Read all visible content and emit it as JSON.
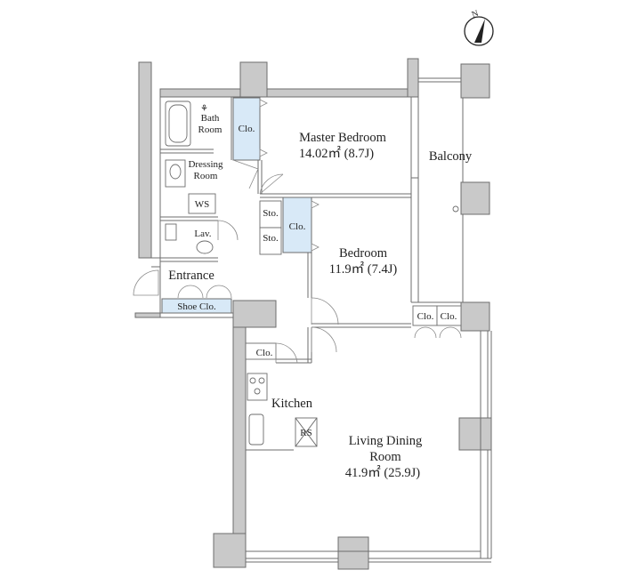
{
  "rooms": {
    "master_bedroom": {
      "name": "Master Bedroom",
      "area": "14.02㎡ (8.7J)"
    },
    "bedroom": {
      "name": "Bedroom",
      "area": "11.9㎡ (7.4J)"
    },
    "living": {
      "name_line1": "Living Dining",
      "name_line2": "Room",
      "area": "41.9㎡ (25.9J)"
    },
    "balcony": {
      "name": "Balcony"
    },
    "kitchen": {
      "name": "Kitchen"
    },
    "entrance": {
      "name": "Entrance"
    },
    "bath": {
      "line1": "Bath",
      "line2": "Room"
    },
    "dressing": {
      "line1": "Dressing",
      "line2": "Room"
    },
    "lav": {
      "name": "Lav."
    }
  },
  "storage": {
    "clo_master": "Clo.",
    "clo_bedroom": "Clo.",
    "clo_kitchen": "Clo.",
    "clo_balcony_1": "Clo.",
    "clo_balcony_2": "Clo.",
    "sto_1": "Sto.",
    "sto_2": "Sto.",
    "shoe_clo": "Shoe Clo.",
    "ws": "WS",
    "rs": "RS"
  },
  "compass": {
    "label": "N"
  }
}
